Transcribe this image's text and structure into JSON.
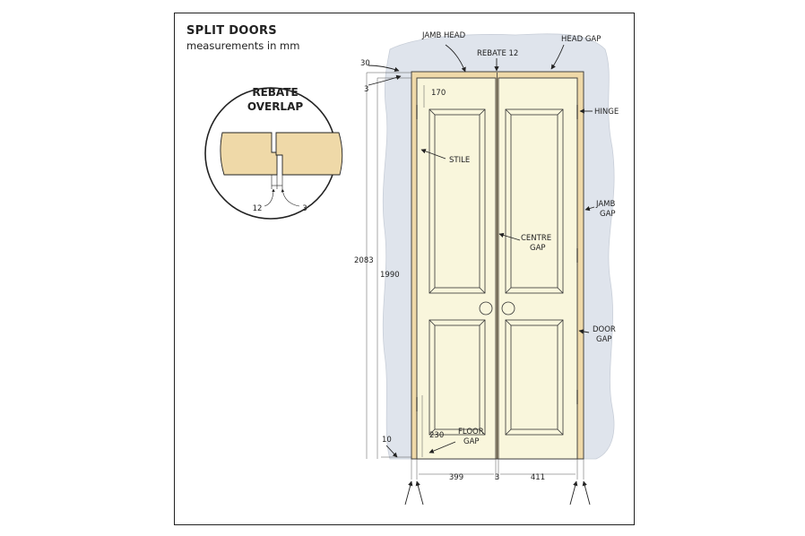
{
  "title": "SPLIT DOORS",
  "subtitle": "measurements in mm",
  "detail": {
    "title_line1": "REBATE",
    "title_line2": "OVERLAP",
    "dim_left": "12",
    "dim_right": "3"
  },
  "labels": {
    "jamb_head": "JAMB HEAD",
    "rebate": "REBATE 12",
    "head_gap": "HEAD GAP",
    "hinge": "HINGE",
    "stile": "STILE",
    "centre_gap_1": "CENTRE",
    "centre_gap_2": "GAP",
    "jamb_gap_1": "JAMB",
    "jamb_gap_2": "GAP",
    "door_gap_1": "DOOR",
    "door_gap_2": "GAP",
    "floor_gap_1": "FLOOR",
    "floor_gap_2": "GAP"
  },
  "dims": {
    "top_30": "30",
    "top_3": "3",
    "head_170": "170",
    "height_2083": "2083",
    "height_1990": "1990",
    "bottom_230": "230",
    "floor_10": "10",
    "width_399": "399",
    "centre_3": "3",
    "width_411": "411"
  },
  "colors": {
    "wall": "#dfe4ec",
    "jamb": "#efd9a8",
    "door": "#f9f6dc",
    "outline": "#333333"
  }
}
